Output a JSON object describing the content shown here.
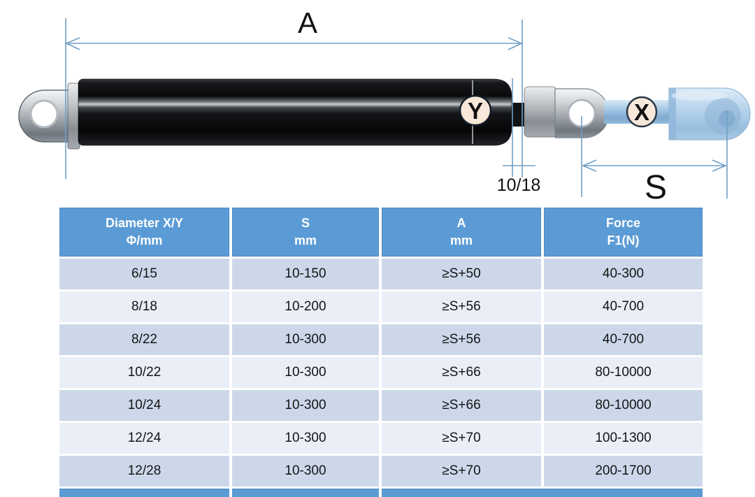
{
  "diagram": {
    "dim_a_label": "A",
    "dim_s_label": "S",
    "dim_stroke_label": "10/18",
    "badge_y": "Y",
    "badge_x": "X",
    "colors": {
      "dimension_line": "#6e9fc7",
      "label_text": "#111111",
      "badge_fill": "#f8e8d9",
      "badge_stroke": "#121c28",
      "connector_blue": "#a9cbe7",
      "cap_blue": "#aecfe9"
    }
  },
  "table": {
    "columns": [
      {
        "line1": "Diameter X/Y",
        "line2": "Φ/mm"
      },
      {
        "line1": "S",
        "line2": "mm"
      },
      {
        "line1": "A",
        "line2": "mm"
      },
      {
        "line1": "Force",
        "line2": "F1(N)"
      }
    ],
    "rows": [
      [
        "6/15",
        "10-150",
        "≥S+50",
        "40-300"
      ],
      [
        "8/18",
        "10-200",
        "≥S+56",
        "40-700"
      ],
      [
        "8/22",
        "10-300",
        "≥S+56",
        "40-700"
      ],
      [
        "10/22",
        "10-300",
        "≥S+66",
        "80-10000"
      ],
      [
        "10/24",
        "10-300",
        "≥S+66",
        "80-10000"
      ],
      [
        "12/24",
        "10-300",
        "≥S+70",
        "100-1300"
      ],
      [
        "12/28",
        "10-300",
        "≥S+70",
        "200-1700"
      ]
    ],
    "colors": {
      "header_bg": "#5b9bd5",
      "header_text": "#ffffff",
      "row_dark": "#ccd8ea",
      "row_light": "#e9eef7",
      "cell_text": "#141414"
    }
  }
}
